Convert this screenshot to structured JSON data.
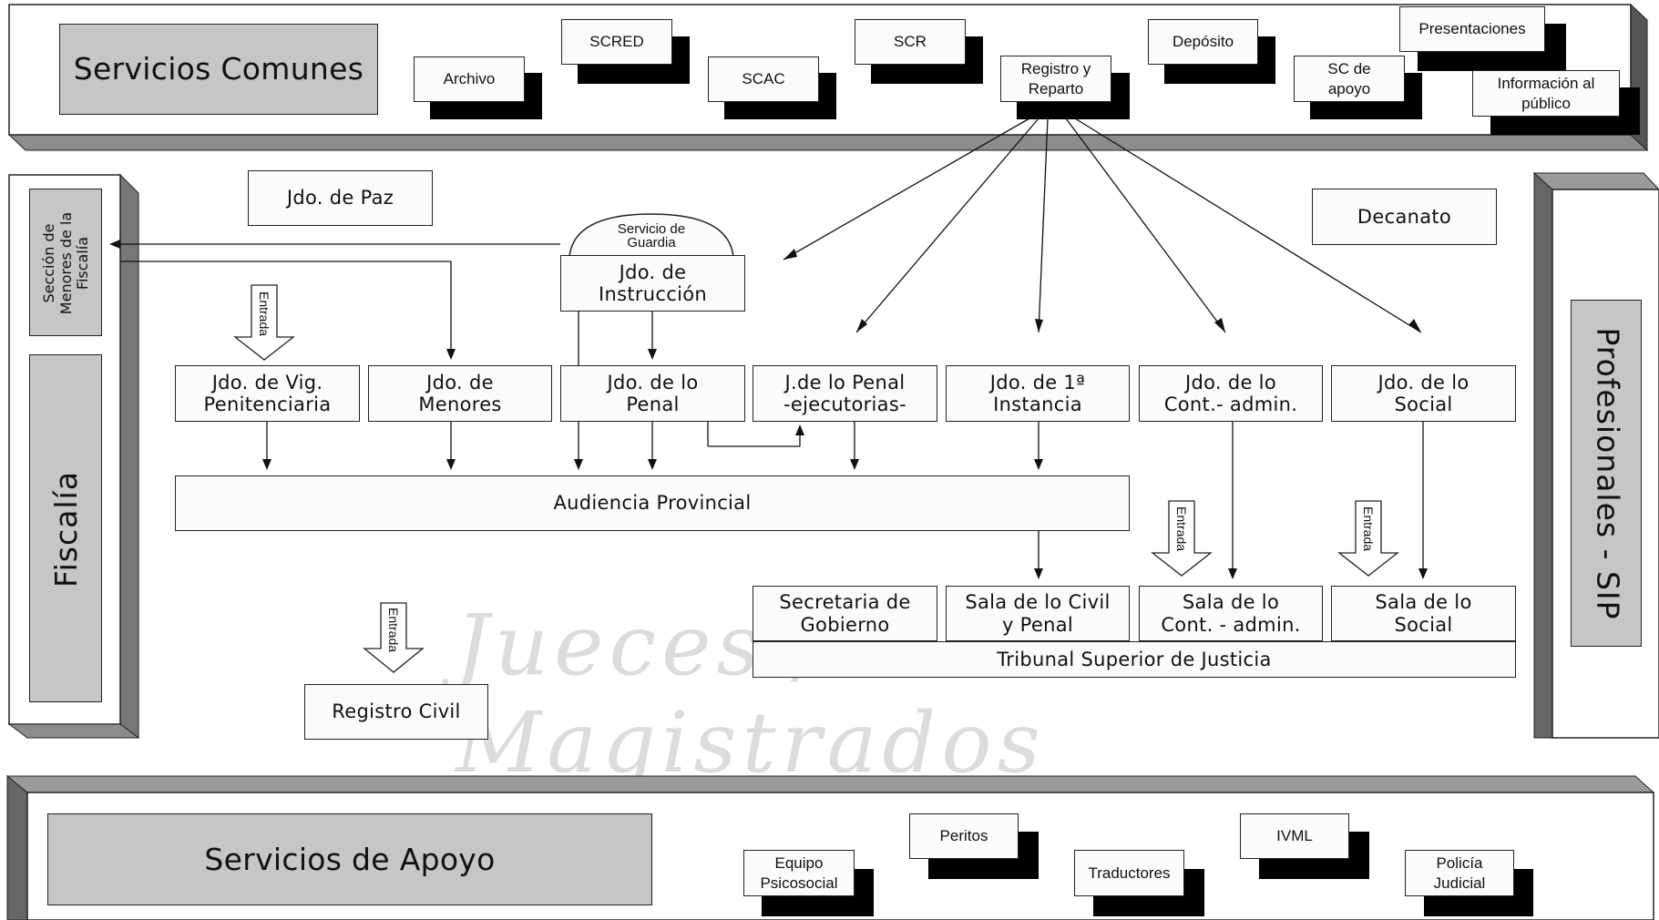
{
  "watermark": "Jueces / Magistrados",
  "top_panel": {
    "title": "Servicios Comunes",
    "items": {
      "archivo": "Archivo",
      "scred": "SCRED",
      "scac": "SCAC",
      "scr": "SCR",
      "registro": "Registro y\nReparto",
      "deposito": "Depósito",
      "sc_apoyo": "SC de\napoyo",
      "presentaciones": "Presentaciones",
      "info_publico": "Información al\npúblico"
    }
  },
  "left_panel": {
    "title": "Fiscalía",
    "seccion_menores": "Sección de\nMenores de la\nFiscalía"
  },
  "right_panel": {
    "title": "Profesionales - SIP"
  },
  "bottom_panel": {
    "title": "Servicios de Apoyo",
    "items": {
      "equipo": "Equipo\nPsicosocial",
      "peritos": "Peritos",
      "traductores": "Traductores",
      "ivml": "IVML",
      "policia": "Policía\nJudicial"
    }
  },
  "middle": {
    "jdo_paz": "Jdo. de Paz",
    "decanato": "Decanato",
    "servicio_guardia": "Servicio de\nGuardia",
    "jdo_instruccion": "Jdo. de\nInstrucción",
    "jdo_vig": "Jdo. de Vig.\nPenitenciaria",
    "jdo_menores": "Jdo. de\nMenores",
    "jdo_penal": "Jdo. de lo\nPenal",
    "jdo_penal_ejec": "J.de lo Penal\n-ejecutorias-",
    "jdo_1a": "Jdo. de 1ª\nInstancia",
    "jdo_cont": "Jdo. de lo\nCont.- admin.",
    "jdo_social": "Jdo. de lo\nSocial",
    "audiencia": "Audiencia Provincial",
    "secretaria": "Secretaria de\nGobierno",
    "sala_civil": "Sala de lo Civil\ny Penal",
    "sala_cont": "Sala de lo\nCont. - admin.",
    "sala_social": "Sala de lo\nSocial",
    "tsj": "Tribunal Superior de Justicia",
    "registro_civil": "Registro Civil",
    "entrada": "Entrada"
  },
  "colors": {
    "panel_grey": "#c6c6c6",
    "shadow": "#000000",
    "line": "#222222"
  }
}
